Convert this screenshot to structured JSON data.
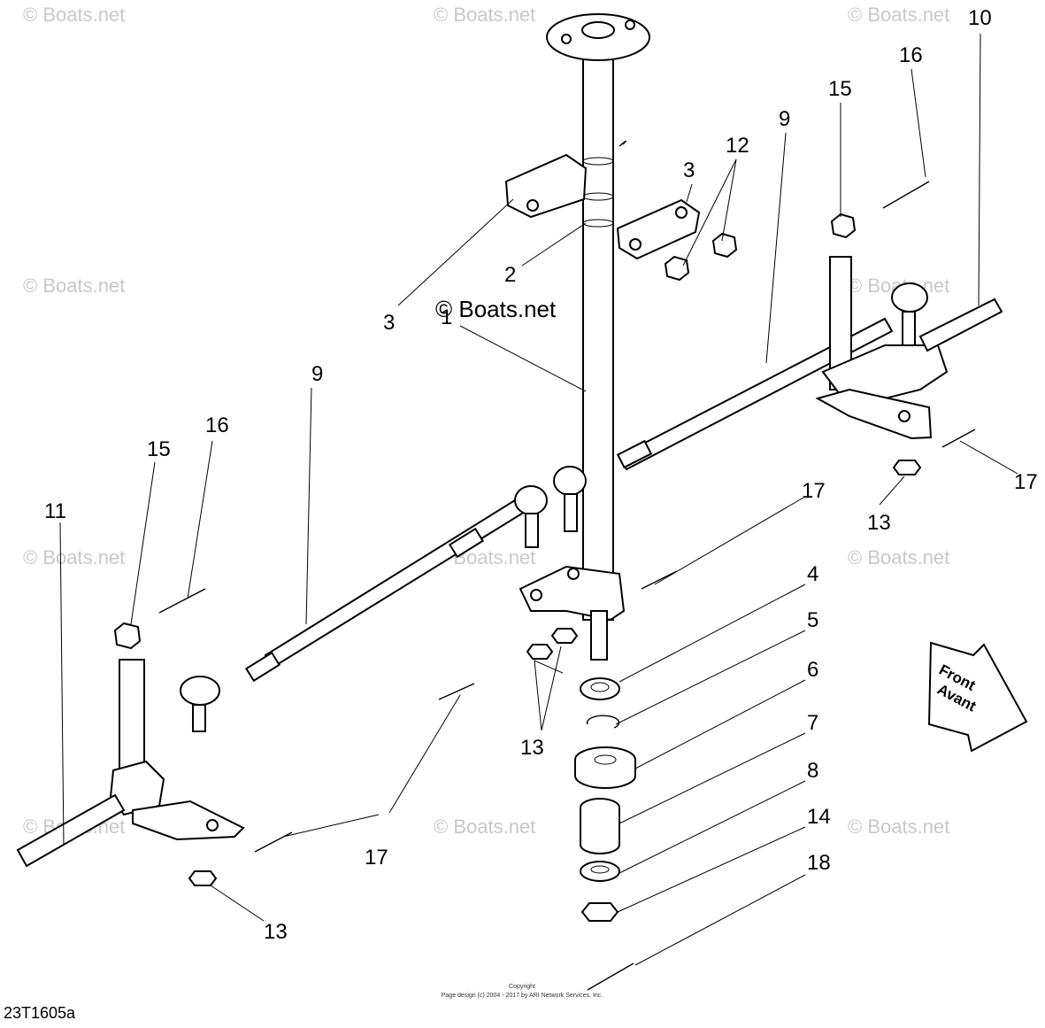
{
  "watermarks": {
    "text": "© Boats.net",
    "prominent": "© Boats.net"
  },
  "callouts": {
    "c1": "1",
    "c2": "2",
    "c3a": "3",
    "c3b": "3",
    "c4": "4",
    "c5": "5",
    "c6": "6",
    "c7": "7",
    "c8": "8",
    "c9a": "9",
    "c9b": "9",
    "c10": "10",
    "c11": "11",
    "c12": "12",
    "c13a": "13",
    "c13b": "13",
    "c13c": "13",
    "c14": "14",
    "c15a": "15",
    "c15b": "15",
    "c16a": "16",
    "c16b": "16",
    "c17a": "17",
    "c17b": "17",
    "c17c": "17",
    "c18": "18"
  },
  "front_arrow": {
    "line1": "Front",
    "line2": "Avant"
  },
  "copyright": {
    "line1": "Copyright",
    "line2": "Page design (c) 2004 - 2017 by ARI Network Services, Inc."
  },
  "diagram_code": "23T1605a"
}
